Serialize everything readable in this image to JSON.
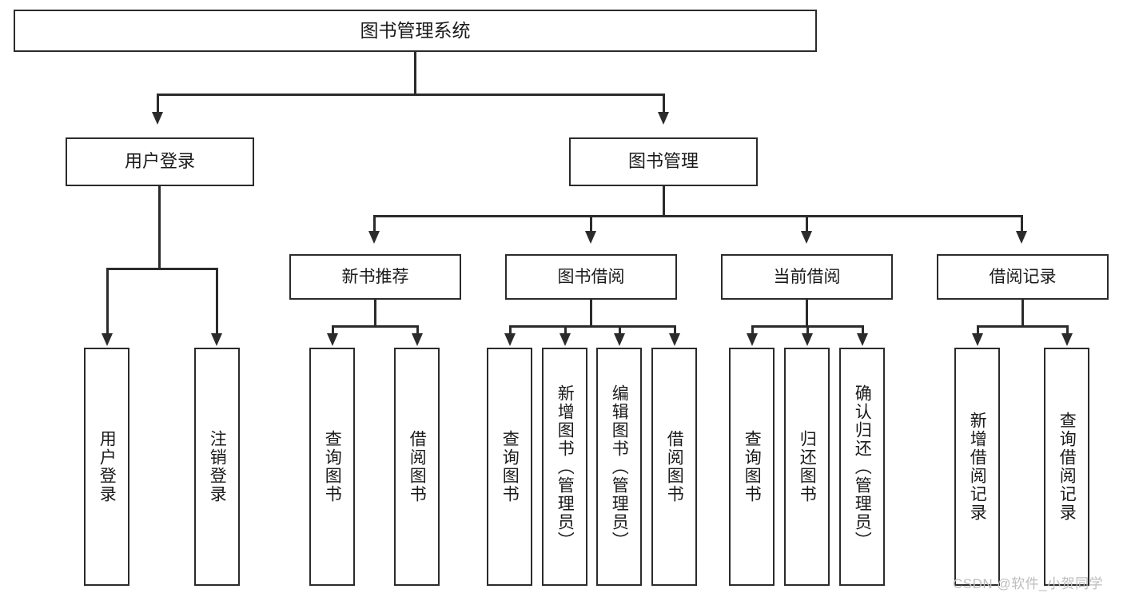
{
  "diagram": {
    "title": "图书管理系统",
    "type": "tree",
    "watermark": "CSDN @软件_小贺同学",
    "colors": {
      "stroke": "#2b2b2b",
      "fill": "#ffffff",
      "text": "#1a1a1a",
      "watermark": "#bdbdbd"
    },
    "root": {
      "label": "图书管理系统"
    },
    "level1": [
      {
        "label": "用户登录"
      },
      {
        "label": "图书管理"
      }
    ],
    "level2": [
      {
        "label": "新书推荐"
      },
      {
        "label": "图书借阅"
      },
      {
        "label": "当前借阅"
      },
      {
        "label": "借阅记录"
      }
    ],
    "leaves": [
      {
        "label": "用户登录"
      },
      {
        "label": "注销登录"
      },
      {
        "label": "查询图书"
      },
      {
        "label": "借阅图书"
      },
      {
        "label": "查询图书"
      },
      {
        "label": "新增图书（管理员）"
      },
      {
        "label": "编辑图书（管理员）"
      },
      {
        "label": "借阅图书"
      },
      {
        "label": "查询图书"
      },
      {
        "label": "归还图书"
      },
      {
        "label": "确认归还（管理员）"
      },
      {
        "label": "新增借阅记录"
      },
      {
        "label": "查询借阅记录"
      }
    ]
  }
}
